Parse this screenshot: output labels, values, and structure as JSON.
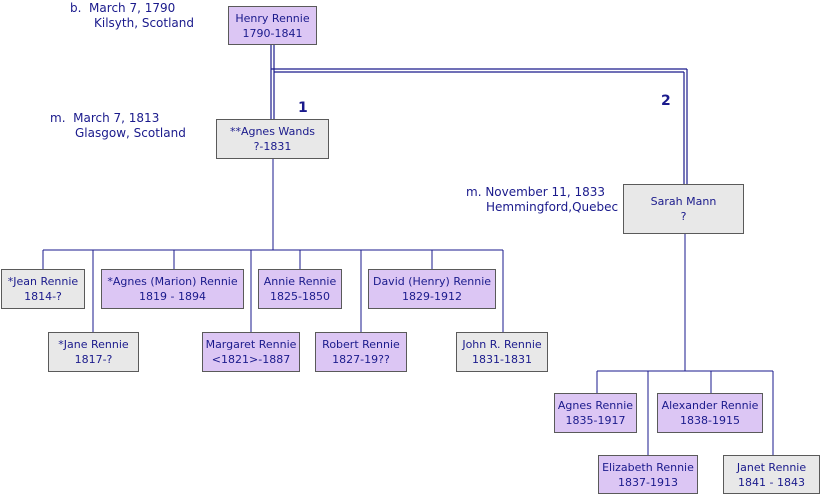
{
  "root": {
    "birth_line1": "b.  March 7, 1790",
    "birth_line2": "Kilsyth, Scotland",
    "name": "Henry Rennie",
    "dates": "1790-1841"
  },
  "marriage1": {
    "number": "1",
    "line1": "m.  March 7, 1813",
    "line2": "Glasgow, Scotland",
    "spouse": {
      "name": "**Agnes Wands",
      "dates": "?-1831"
    },
    "children": [
      {
        "name": "*Jean Rennie",
        "dates": "1814-?"
      },
      {
        "name": "*Jane Rennie",
        "dates": "1817-?"
      },
      {
        "name": "*Agnes (Marion) Rennie",
        "dates": "1819 - 1894"
      },
      {
        "name": "Margaret Rennie",
        "dates": "<1821>-1887"
      },
      {
        "name": "Annie  Rennie",
        "dates": "1825-1850"
      },
      {
        "name": "Robert  Rennie",
        "dates": "1827-19??"
      },
      {
        "name": "David (Henry) Rennie",
        "dates": "1829-1912"
      },
      {
        "name": "John R. Rennie",
        "dates": "1831-1831"
      }
    ]
  },
  "marriage2": {
    "number": "2",
    "line1": "m. November 11, 1833",
    "line2": "Hemmingford,Quebec",
    "spouse": {
      "name": "Sarah Mann",
      "dates": "?"
    },
    "children": [
      {
        "name": "Agnes Rennie",
        "dates": "1835-1917"
      },
      {
        "name": "Elizabeth Rennie",
        "dates": "1837-1913"
      },
      {
        "name": "Alexander Rennie",
        "dates": "1838-1915"
      },
      {
        "name": "Janet Rennie",
        "dates": "1841 - 1843"
      }
    ]
  },
  "colors": {
    "line": "#1a1a8c",
    "text": "#1a1a8c",
    "box_purple": "#dcc6f4",
    "box_gray": "#e8e8e8"
  }
}
